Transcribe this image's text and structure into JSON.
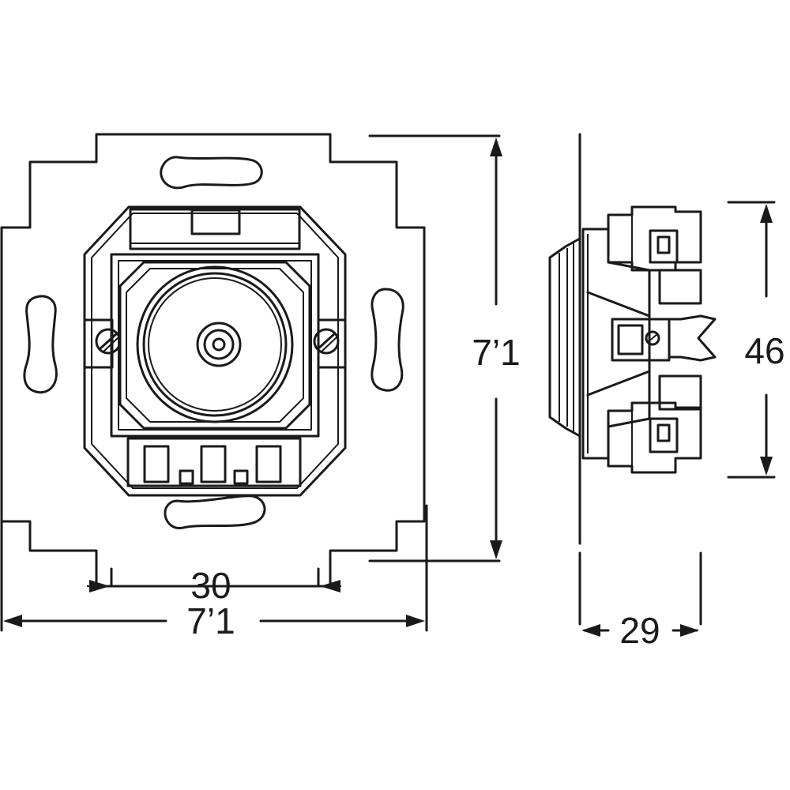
{
  "front_view": {
    "dimensions": {
      "inner_width": "30",
      "overall_width": "7’1",
      "overall_height": "7’1"
    }
  },
  "side_view": {
    "dimensions": {
      "depth": "29",
      "terminal_height": "46"
    }
  }
}
